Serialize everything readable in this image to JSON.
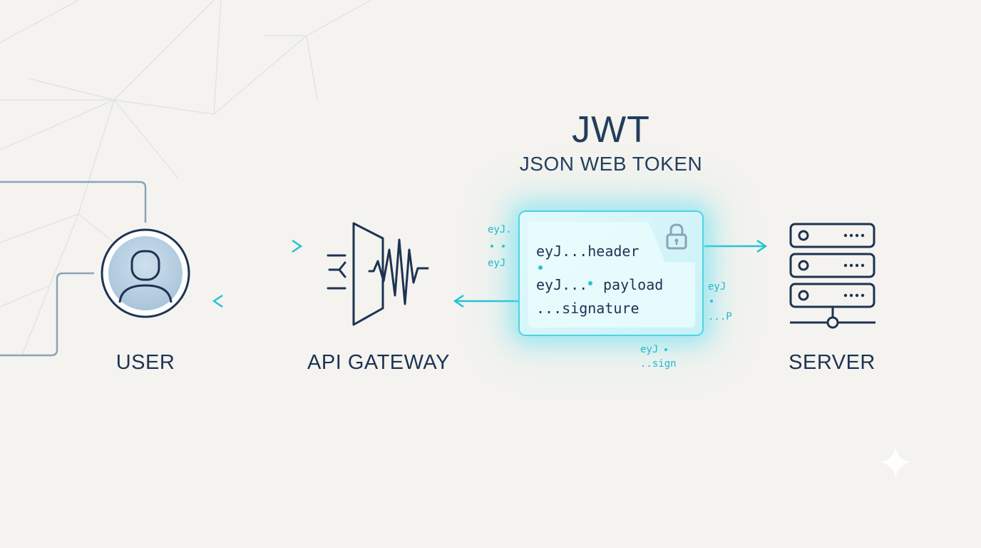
{
  "diagram": {
    "title": "JWT",
    "subtitle": "JSON WEB TOKEN",
    "nodes": {
      "user": "USER",
      "gateway": "API GATEWAY",
      "server": "SERVER"
    },
    "token": {
      "line1": "eyJ...header",
      "line2_prefix": "eyJ...",
      "line2_suffix": "payload",
      "line3": "...signature"
    },
    "fragments": {
      "left_top": "eyJ.",
      "left_bottom": "eyJ",
      "right_top": "eyJ",
      "right_bottom": "...P",
      "below_top": "eyJ",
      "below_bottom": "..sign"
    },
    "colors": {
      "accent": "#23c3d6",
      "ink": "#1d3352",
      "background": "#f4f3ef"
    }
  }
}
